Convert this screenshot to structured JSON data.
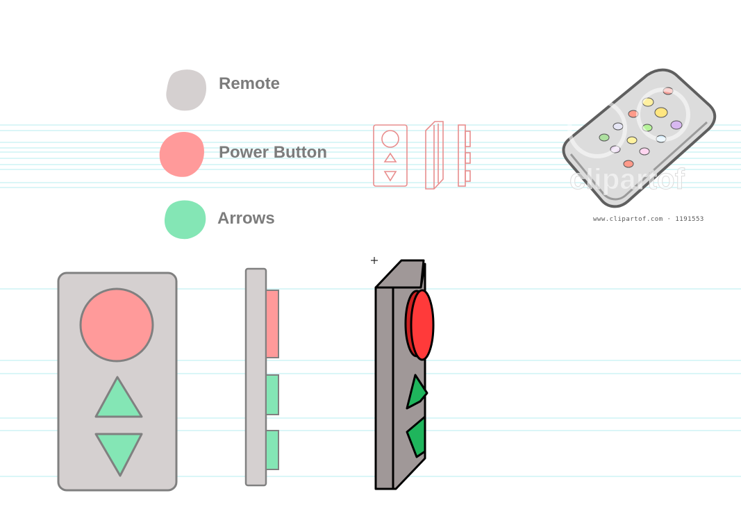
{
  "legend": {
    "items": [
      {
        "label": "Remote",
        "color": "#d5d0d0"
      },
      {
        "label": "Power Button",
        "color": "#ff9a9a"
      },
      {
        "label": "Arrows",
        "color": "#84e6b5"
      }
    ]
  },
  "watermark": {
    "logo_text": "clipartof",
    "caption": "www.clipartof.com · 1191553"
  },
  "colors": {
    "remote_body": "#d5d0d0",
    "power_button": "#ff9a9a",
    "arrows": "#84e6b5",
    "outline": "#808080",
    "guide_lines": "#b5ecef",
    "sketch_lines": "#e88d8d",
    "iso_body": "#a09898",
    "iso_power": "#ff3a3a",
    "iso_arrows": "#1fb55c"
  },
  "icons": [
    "remote-front-sketch-icon",
    "remote-perspective-sketch-icon",
    "remote-side-sketch-icon",
    "clipart-remote-icon",
    "cursor-crosshair-icon"
  ]
}
